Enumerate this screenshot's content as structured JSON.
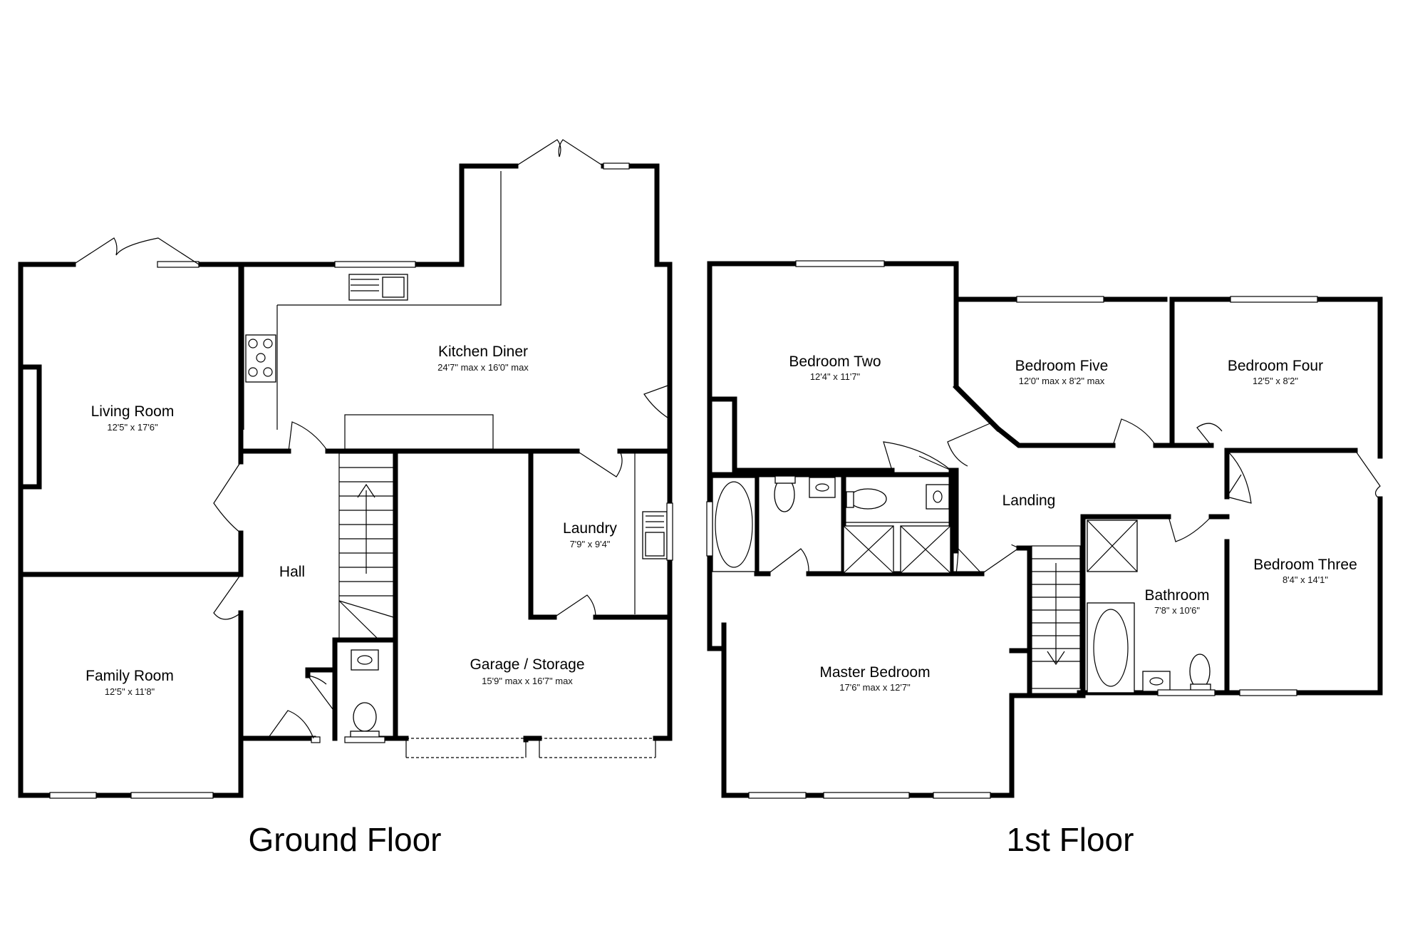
{
  "floors": [
    {
      "title": "Ground Floor",
      "rooms": [
        {
          "name": "Living Room",
          "dims": "12'5\" x 17'6\""
        },
        {
          "name": "Family Room",
          "dims": "12'5\" x 11'8\""
        },
        {
          "name": "Kitchen Diner",
          "dims": "24'7\" max x 16'0\" max"
        },
        {
          "name": "Hall",
          "dims": ""
        },
        {
          "name": "Laundry",
          "dims": "7'9\" x 9'4\""
        },
        {
          "name": "Garage / Storage",
          "dims": "15'9\" max x 16'7\" max"
        }
      ]
    },
    {
      "title": "1st Floor",
      "rooms": [
        {
          "name": "Bedroom Two",
          "dims": "12'4\" x 11'7\""
        },
        {
          "name": "Bedroom Five",
          "dims": "12'0\" max x 8'2\" max"
        },
        {
          "name": "Bedroom Four",
          "dims": "12'5\" x 8'2\""
        },
        {
          "name": "Landing",
          "dims": ""
        },
        {
          "name": "Bedroom Three",
          "dims": "8'4\" x 14'1\""
        },
        {
          "name": "Bathroom",
          "dims": "7'8\" x 10'6\""
        },
        {
          "name": "Master Bedroom",
          "dims": "17'6\" max x 12'7\""
        }
      ]
    }
  ]
}
